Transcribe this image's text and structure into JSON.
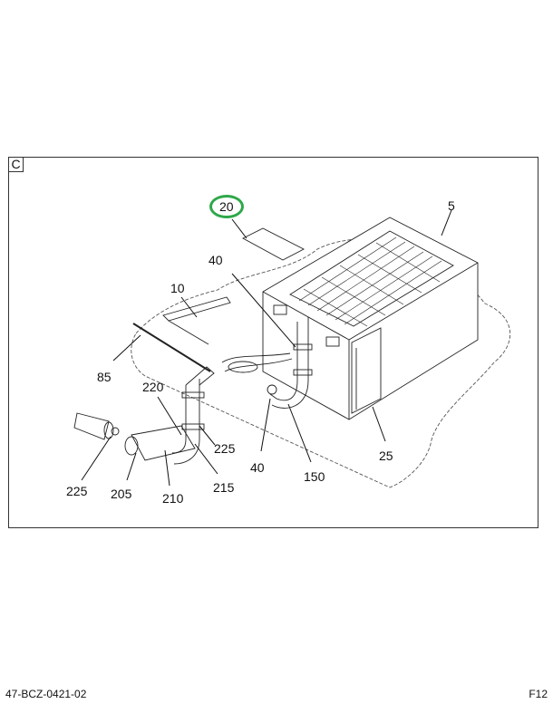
{
  "diagram": {
    "view_label": "C",
    "highlight_color": "#2ea84a",
    "highlighted_callout": "20",
    "callouts": [
      {
        "id": "5",
        "label": "5"
      },
      {
        "id": "20",
        "label": "20"
      },
      {
        "id": "40a",
        "label": "40"
      },
      {
        "id": "10",
        "label": "10"
      },
      {
        "id": "85",
        "label": "85"
      },
      {
        "id": "220",
        "label": "220"
      },
      {
        "id": "225a",
        "label": "225"
      },
      {
        "id": "225b",
        "label": "225"
      },
      {
        "id": "205",
        "label": "205"
      },
      {
        "id": "210",
        "label": "210"
      },
      {
        "id": "215",
        "label": "215"
      },
      {
        "id": "40b",
        "label": "40"
      },
      {
        "id": "150",
        "label": "150"
      },
      {
        "id": "25",
        "label": "25"
      }
    ]
  },
  "footer": {
    "drawing_number": "47-BCZ-0421-02",
    "sheet_code": "F12"
  }
}
